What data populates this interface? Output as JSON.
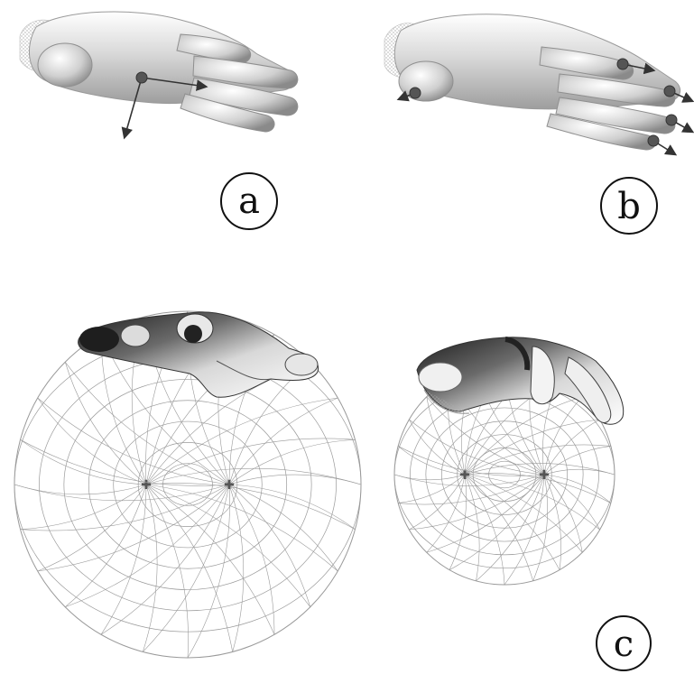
{
  "figure": {
    "panels": [
      {
        "id": "a",
        "label": "a",
        "description_icon": "hand-side-view-with-palm-axes"
      },
      {
        "id": "b",
        "label": "b",
        "description_icon": "hand-side-view-with-fingertip-arrows"
      },
      {
        "id": "c",
        "label": "c",
        "description_icon": "hands-grasping-wireframe-spheres"
      }
    ],
    "colors": {
      "skin_light": "#f4f4f4",
      "skin_mid": "#bdbdbd",
      "skin_dark": "#5a5a5a",
      "wire": "#9a9a9a",
      "arrow": "#333333",
      "point": "#555555"
    }
  }
}
